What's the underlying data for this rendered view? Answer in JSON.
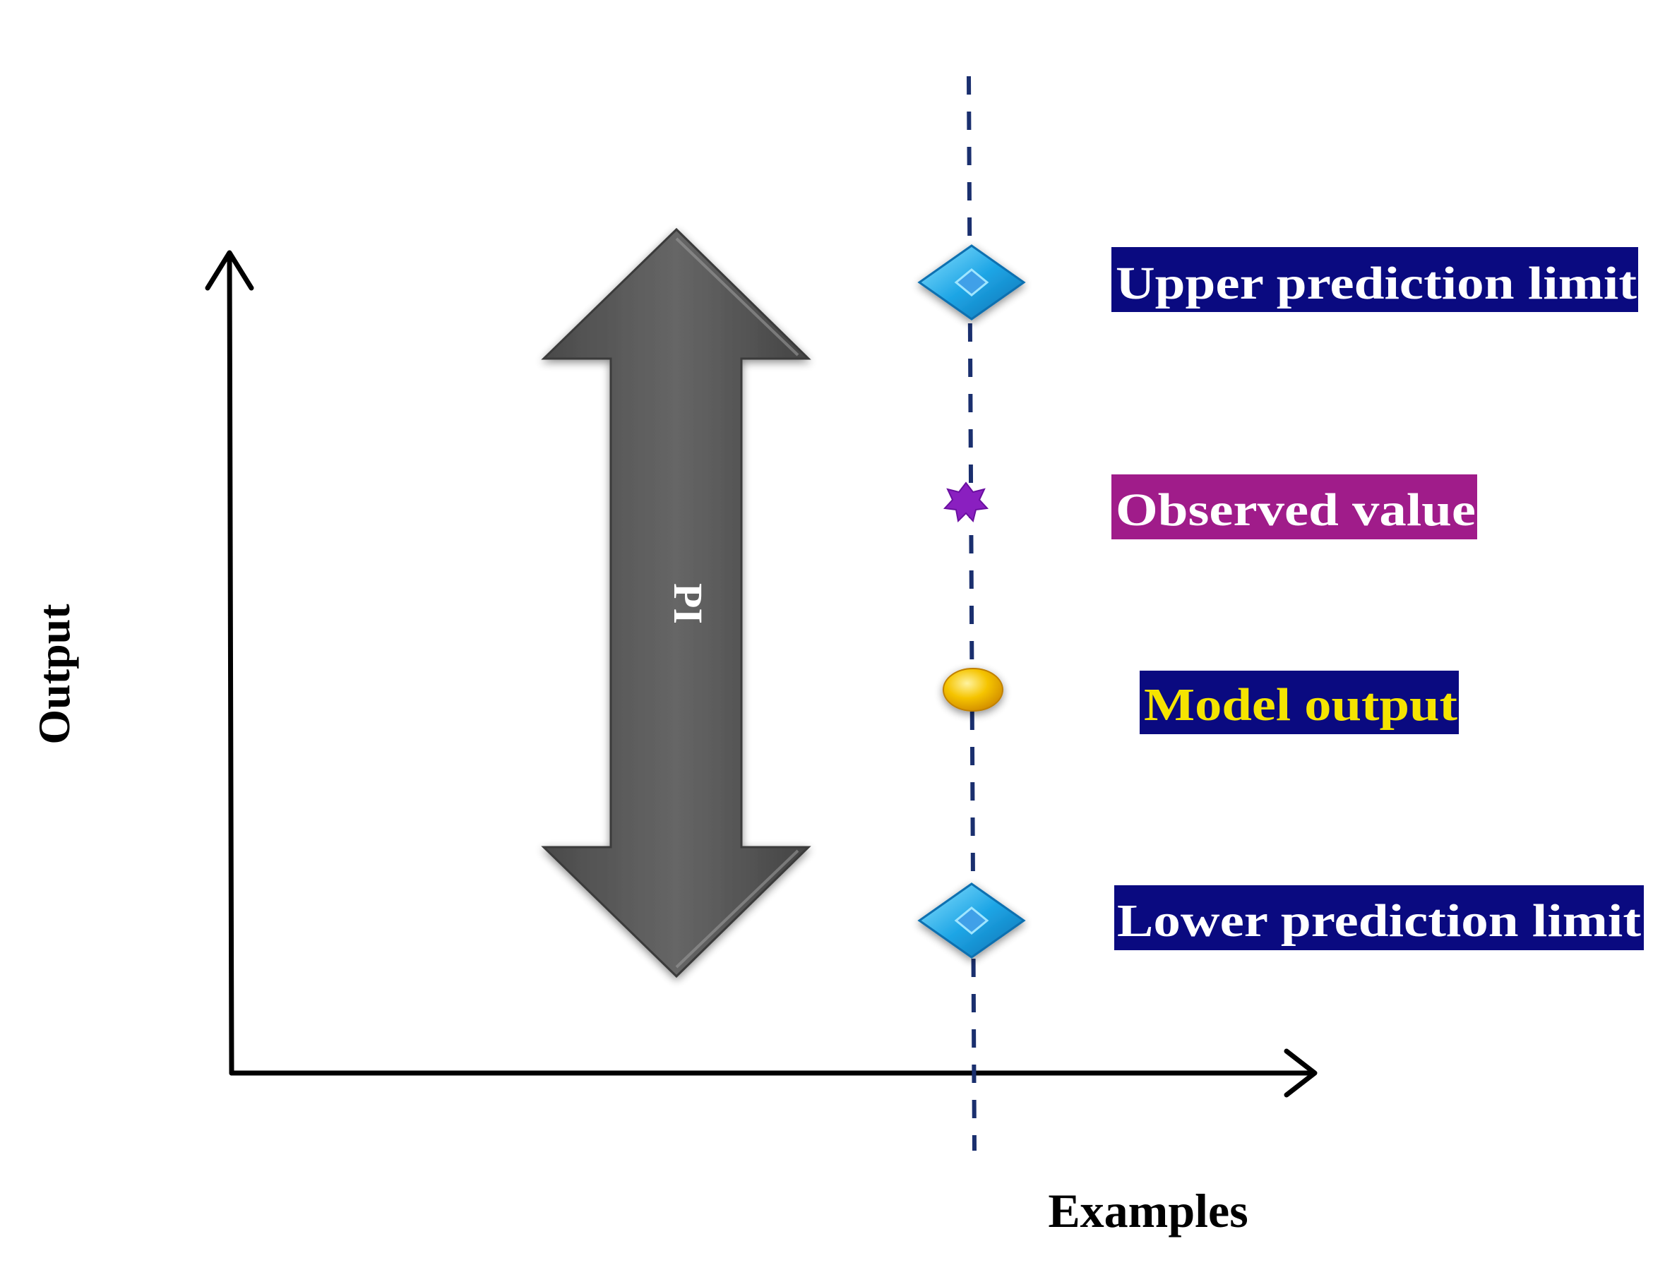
{
  "axes": {
    "y_label": "Output",
    "x_label": "Examples"
  },
  "interval_arrow": {
    "label": "PI"
  },
  "legend": [
    {
      "key": "upper",
      "text": "Upper prediction limit",
      "marker": "diamond-icon",
      "text_color": "#ffffff",
      "bg_color": "#0a0a80"
    },
    {
      "key": "observed",
      "text": "Observed value",
      "marker": "star-icon",
      "text_color": "#ffffff",
      "bg_color": "#a01c8a"
    },
    {
      "key": "model",
      "text": "Model output",
      "marker": "ellipse-icon",
      "text_color": "#f5e400",
      "bg_color": "#0a0a80"
    },
    {
      "key": "lower",
      "text": "Lower prediction limit",
      "marker": "diamond-icon",
      "text_color": "#ffffff",
      "bg_color": "#0a0a80"
    }
  ],
  "colors": {
    "axis": "#000000",
    "guide_line": "#1a2f6e",
    "arrow_fill": "#555555",
    "diamond": "#1fa6e6",
    "star": "#8a1fc0",
    "ellipse": "#f2b400"
  }
}
